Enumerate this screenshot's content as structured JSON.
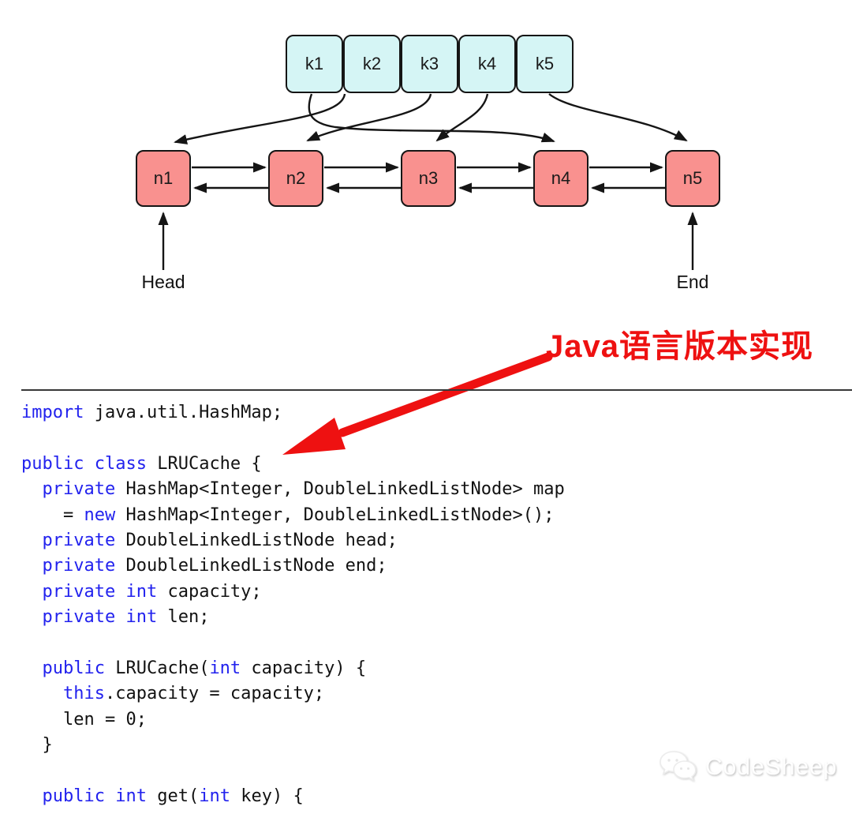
{
  "diagram": {
    "key_nodes": [
      {
        "label": "k1"
      },
      {
        "label": "k2"
      },
      {
        "label": "k3"
      },
      {
        "label": "k4"
      },
      {
        "label": "k5"
      }
    ],
    "list_nodes": [
      {
        "label": "n1"
      },
      {
        "label": "n2"
      },
      {
        "label": "n3"
      },
      {
        "label": "n4"
      },
      {
        "label": "n5"
      }
    ],
    "connections": [
      {
        "from": "k1",
        "to": "n4"
      },
      {
        "from": "k2",
        "to": "n1"
      },
      {
        "from": "k3",
        "to": "n2"
      },
      {
        "from": "k4",
        "to": "n3"
      },
      {
        "from": "k5",
        "to": "n5"
      }
    ],
    "head_label": "Head",
    "end_label": "End",
    "key_fill": "#d5f5f5",
    "node_fill": "#f9918f",
    "line_color": "#151515"
  },
  "annotation": {
    "text": "Java语言版本实现",
    "color": "#ee1111"
  },
  "code": {
    "keyword_color": "#2222ee",
    "text_color": "#121212",
    "lines": [
      [
        {
          "k": 1,
          "t": "import"
        },
        {
          "t": " java.util.HashMap;"
        }
      ],
      [],
      [
        {
          "k": 1,
          "t": "public"
        },
        {
          "t": " "
        },
        {
          "k": 1,
          "t": "class"
        },
        {
          "t": " LRUCache {"
        }
      ],
      [
        {
          "t": "  "
        },
        {
          "k": 1,
          "t": "private"
        },
        {
          "t": " HashMap<Integer, DoubleLinkedListNode> map"
        }
      ],
      [
        {
          "t": "    = "
        },
        {
          "k": 1,
          "t": "new"
        },
        {
          "t": " HashMap<Integer, DoubleLinkedListNode>();"
        }
      ],
      [
        {
          "t": "  "
        },
        {
          "k": 1,
          "t": "private"
        },
        {
          "t": " DoubleLinkedListNode head;"
        }
      ],
      [
        {
          "t": "  "
        },
        {
          "k": 1,
          "t": "private"
        },
        {
          "t": " DoubleLinkedListNode end;"
        }
      ],
      [
        {
          "t": "  "
        },
        {
          "k": 1,
          "t": "private"
        },
        {
          "t": " "
        },
        {
          "k": 1,
          "t": "int"
        },
        {
          "t": " capacity;"
        }
      ],
      [
        {
          "t": "  "
        },
        {
          "k": 1,
          "t": "private"
        },
        {
          "t": " "
        },
        {
          "k": 1,
          "t": "int"
        },
        {
          "t": " len;"
        }
      ],
      [],
      [
        {
          "t": "  "
        },
        {
          "k": 1,
          "t": "public"
        },
        {
          "t": " LRUCache("
        },
        {
          "k": 1,
          "t": "int"
        },
        {
          "t": " capacity) {"
        }
      ],
      [
        {
          "t": "    "
        },
        {
          "k": 1,
          "t": "this"
        },
        {
          "t": ".capacity = capacity;"
        }
      ],
      [
        {
          "t": "    len = 0;"
        }
      ],
      [
        {
          "t": "  }"
        }
      ],
      [],
      [
        {
          "t": "  "
        },
        {
          "k": 1,
          "t": "public"
        },
        {
          "t": " "
        },
        {
          "k": 1,
          "t": "int"
        },
        {
          "t": " get("
        },
        {
          "k": 1,
          "t": "int"
        },
        {
          "t": " key) {"
        }
      ]
    ]
  },
  "watermark": {
    "text": "CodeSheep"
  }
}
